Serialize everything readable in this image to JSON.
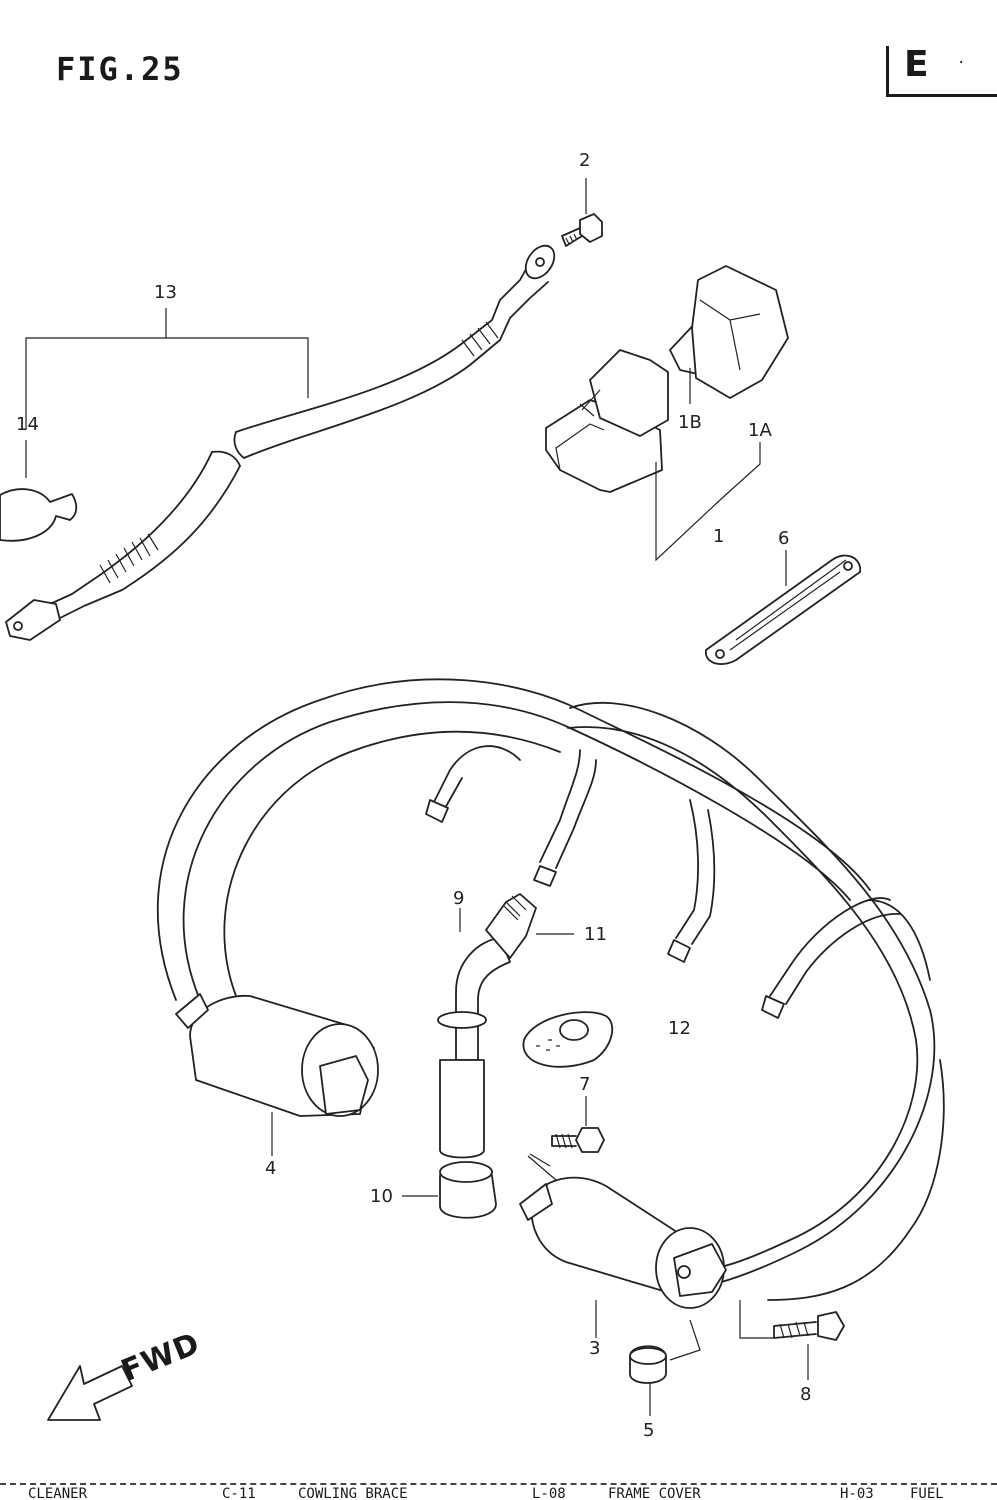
{
  "figure": {
    "title": "FIG.25",
    "section_letter": "E"
  },
  "callouts": {
    "c1": "1",
    "c1a": "1A",
    "c1b": "1B",
    "c2": "2",
    "c3": "3",
    "c4": "4",
    "c5": "5",
    "c6": "6",
    "c7": "7",
    "c8": "8",
    "c9": "9",
    "c10": "10",
    "c11": "11",
    "c12": "12",
    "c13": "13",
    "c14": "14"
  },
  "direction_label": "FWD",
  "footer": {
    "cell1": "CLEANER",
    "cell2": "C-11",
    "cell3": "COWLING BRACE",
    "cell4": "L-08",
    "cell5": "FRAME COVER",
    "cell6": "H-03",
    "cell7": "FUEL"
  },
  "icons": {
    "arrow": "fwd-arrow-icon",
    "bolt": "bolt-icon",
    "coil": "ignition-coil-icon"
  }
}
